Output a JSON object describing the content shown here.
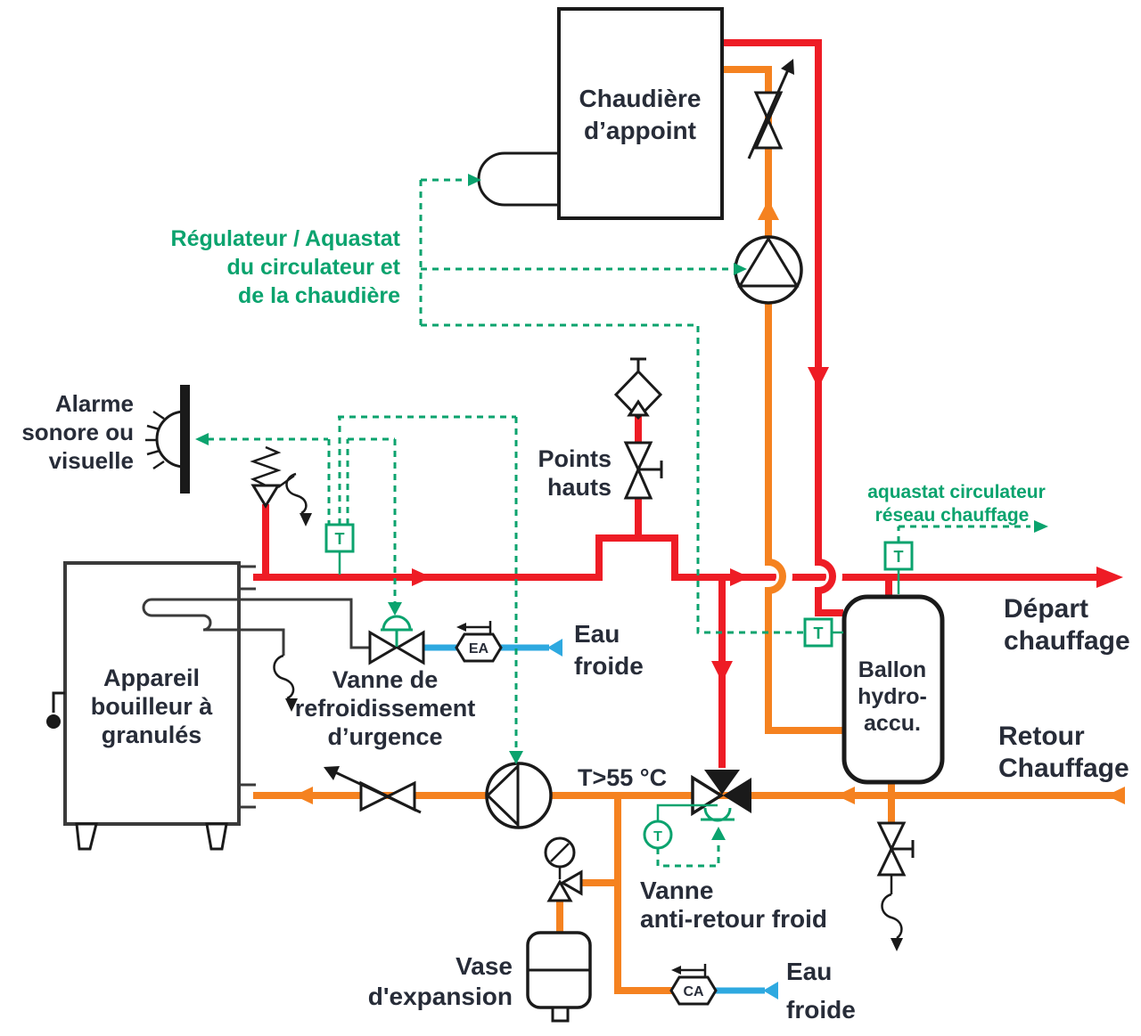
{
  "colors": {
    "red": "#ee1c25",
    "orange": "#f58220",
    "blue": "#2ea9e0",
    "green": "#0ba36e",
    "dark": "#272c38",
    "line": "#1a1a1a"
  },
  "labels": {
    "chaudiere_appoint": [
      "Chaudière",
      "d’appoint"
    ],
    "regulateur": [
      "Régulateur / Aquastat",
      "du circulateur et",
      "de la chaudière"
    ],
    "alarme": [
      "Alarme",
      "sonore ou",
      "visuelle"
    ],
    "points_hauts": [
      "Points",
      "hauts"
    ],
    "aquastat_reseau": [
      "aquastat circulateur",
      "réseau chauffage"
    ],
    "depart_chauffage": [
      "Départ",
      "chauffage"
    ],
    "retour_chauffage": [
      "Retour",
      "Chauffage"
    ],
    "appareil_bouilleur": [
      "Appareil",
      "bouilleur à",
      "granulés"
    ],
    "vanne_refroidissement": [
      "Vanne de",
      "refroidissement",
      "d’urgence"
    ],
    "eau_froide_haut": [
      "Eau",
      "froide"
    ],
    "ballon_hydro": [
      "Ballon",
      "hydro-",
      "accu."
    ],
    "t_sup_55": "T>55 °C",
    "vanne_anti_retour": [
      "Vanne",
      "anti-retour froid"
    ],
    "vase_expansion": [
      "Vase",
      "d'expansion"
    ],
    "eau_froide_bas": [
      "Eau",
      "froide"
    ]
  },
  "badges": {
    "ea": "EA",
    "ca": "CA",
    "t_sensor": "T"
  }
}
